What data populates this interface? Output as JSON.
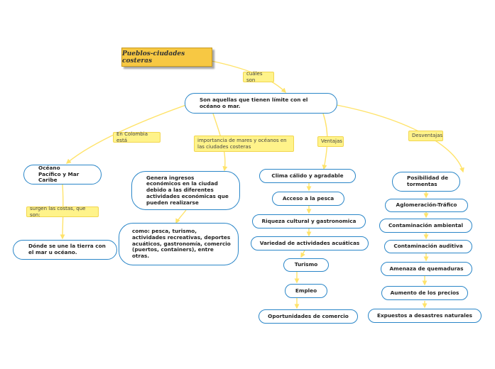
{
  "title": "Pueblos-ciudades costeras",
  "links": {
    "cuales_son": "cuáles son",
    "colombia": "En Colombia está",
    "importancia": "importancia de mares y océanos en las ciudades costeras",
    "ventajas": "Ventajas",
    "desventajas": "Desventajas",
    "surgen": "surgen las costas, que son:"
  },
  "nodes": {
    "main": "Son aquellas que tienen límite con el océano o mar.",
    "oceano": "Océano Pacífico y Mar Caribe",
    "donde": "Dónde se une la tierra con el mar u océano.",
    "genera": "Genera ingresos económicos en la ciudad debido a las diferentes actividades económicas que pueden realizarse",
    "como": "como: pesca, turismo, actividades recreativas, deportes acuáticos, gastronomía, comercio (puertos, containers), entre otras."
  },
  "ventajas": [
    "Clima cálido y agradable",
    "Acceso a la pesca",
    "Riqueza cultural y gastronomica",
    "Variedad de actividades acuáticas",
    "Turismo",
    "Empleo",
    "Oportunidades de comercio"
  ],
  "desventajas": [
    "Posibilidad de tormentas",
    "Aglomeración-Tráfico",
    "Contaminación ambiental",
    "Contaminación auditiva",
    "Amenaza de quemaduras",
    "Aumento de los precios",
    "Expuestos a desastres naturales"
  ],
  "colors": {
    "node_border": "#2a86c8",
    "connector": "#ffe36a",
    "label_fill": "#fff38a",
    "title_fill": "#f7c843"
  }
}
